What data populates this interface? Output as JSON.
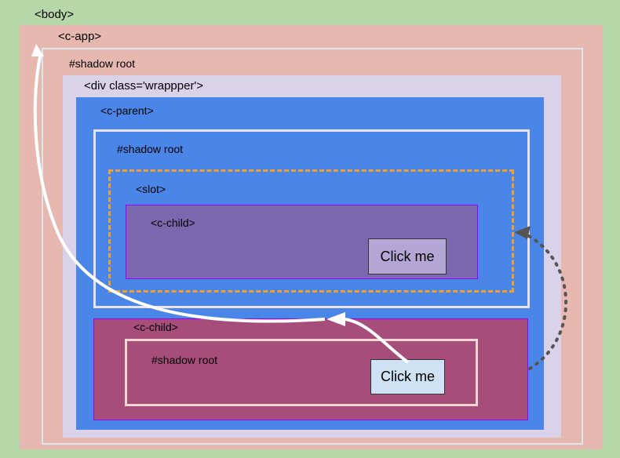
{
  "labels": {
    "body": "<body>",
    "c_app": "<c-app>",
    "shadow_root_app": "#shadow root",
    "wrapper_div": "<div class='wrappper'>",
    "c_parent": "<c-parent>",
    "shadow_root_parent": "#shadow root",
    "slot": "<slot>",
    "c_child_slotted": "<c-child>",
    "c_child_shadow": "<c-child>",
    "shadow_root_child": "#shadow root"
  },
  "buttons": {
    "slotted_click": "Click me",
    "shadow_click": "Click me"
  },
  "colors": {
    "body_bg": "#b6d7a8",
    "c_app_bg": "#e6b8af",
    "shadow_root_border": "#d9e6ee",
    "wrapper_bg": "#d9d2e9",
    "c_parent_bg": "#4a86e8",
    "slot_border": "#f0a030",
    "c_child_slotted_bg": "#7b67ad",
    "c_child_shadow_bg": "#a64d79",
    "button_slotted_bg": "#b4a7d6",
    "button_shadow_bg": "#cfe2f3"
  }
}
